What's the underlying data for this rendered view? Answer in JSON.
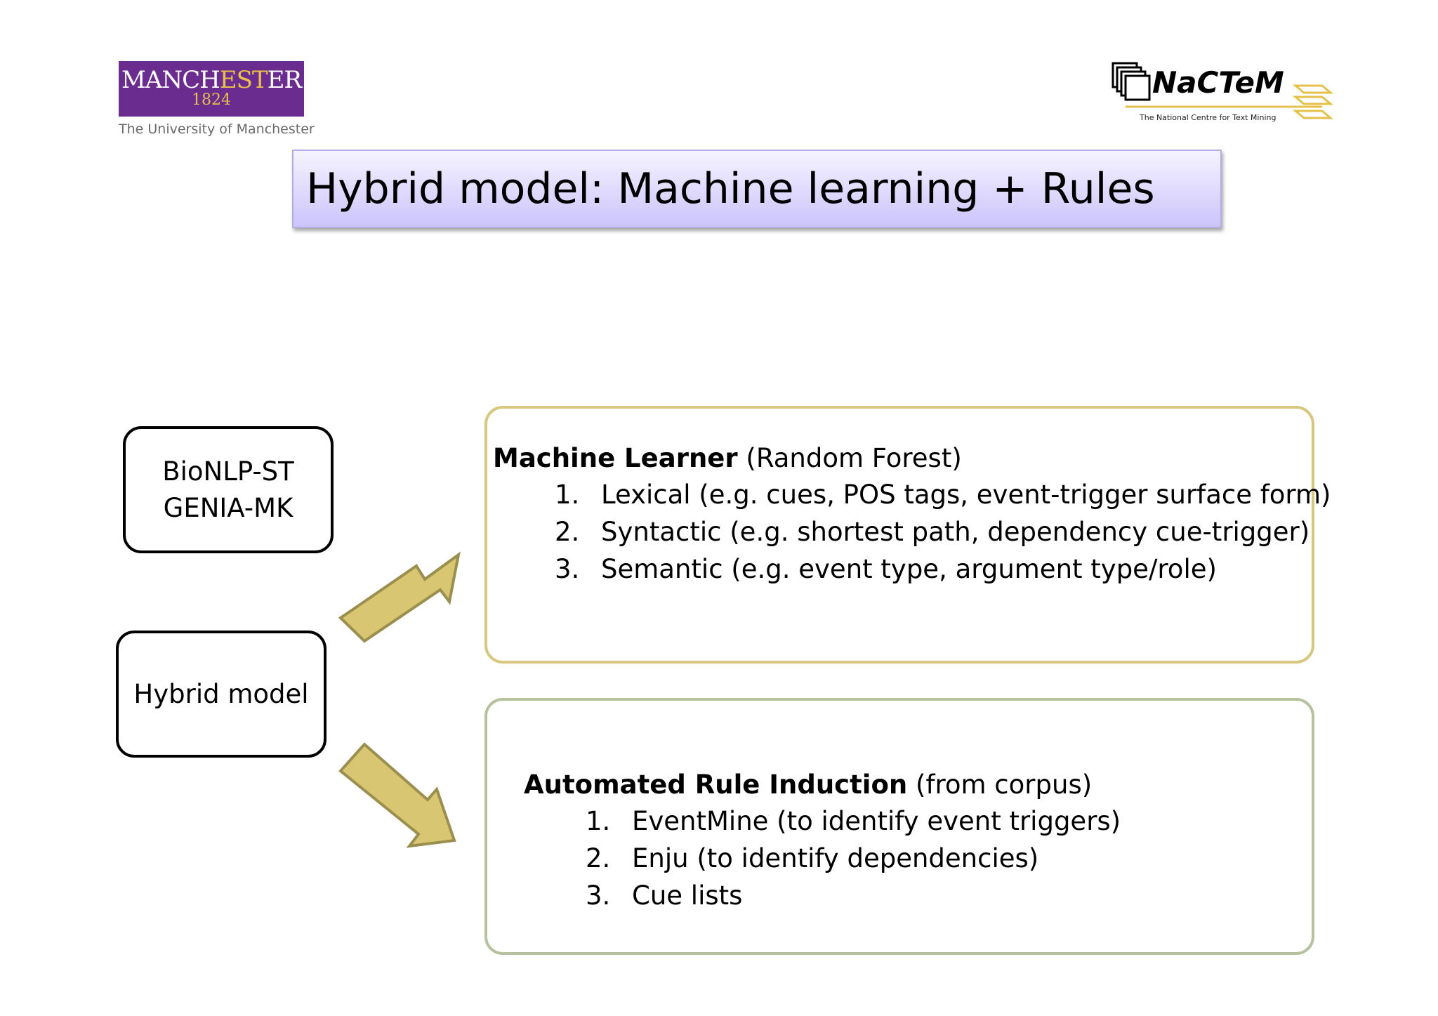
{
  "logos": {
    "manchester": {
      "word_start": "MANCH",
      "word_mid": "EST",
      "word_end": "ER",
      "year": "1824",
      "subtitle": "The University of Manchester",
      "colors": {
        "background": "#6b2c8f",
        "gold": "#e9c14a"
      }
    },
    "nactem": {
      "word": "NaCTeM",
      "subtitle": "The National Centre for Text Mining",
      "colors": {
        "accent": "#e4c24a"
      }
    }
  },
  "title": "Hybrid model: Machine learning + Rules",
  "left_boxes": {
    "dataset": {
      "line1": "BioNLP-ST",
      "line2": "GENIA-MK"
    },
    "hybrid": {
      "label": "Hybrid model"
    }
  },
  "machine_learner": {
    "heading_bold": "Machine Learner",
    "heading_rest": " (Random Forest)",
    "items": [
      {
        "num": "1.",
        "text": "Lexical (e.g. cues, POS tags, event-trigger surface form)"
      },
      {
        "num": "2.",
        "text": "Syntactic (e.g. shortest path, dependency cue-trigger)"
      },
      {
        "num": "3.",
        "text": "Semantic (e.g. event type, argument type/role)"
      }
    ]
  },
  "rule_induction": {
    "heading_bold": "Automated Rule Induction",
    "heading_rest": " (from corpus)",
    "items": [
      {
        "num": "1.",
        "text": "EventMine (to identify event triggers)"
      },
      {
        "num": "2.",
        "text": "Enju (to identify dependencies)"
      },
      {
        "num": "3.",
        "text": "Cue lists"
      }
    ]
  },
  "colors": {
    "title_gradient_top": "#f6f3ff",
    "title_gradient_bottom": "#cbc4fb",
    "arrow_fill": "#d8c673",
    "arrow_stroke": "#9b8f4f",
    "ml_border": "#d8c77f",
    "rule_border": "#b6c19e"
  }
}
